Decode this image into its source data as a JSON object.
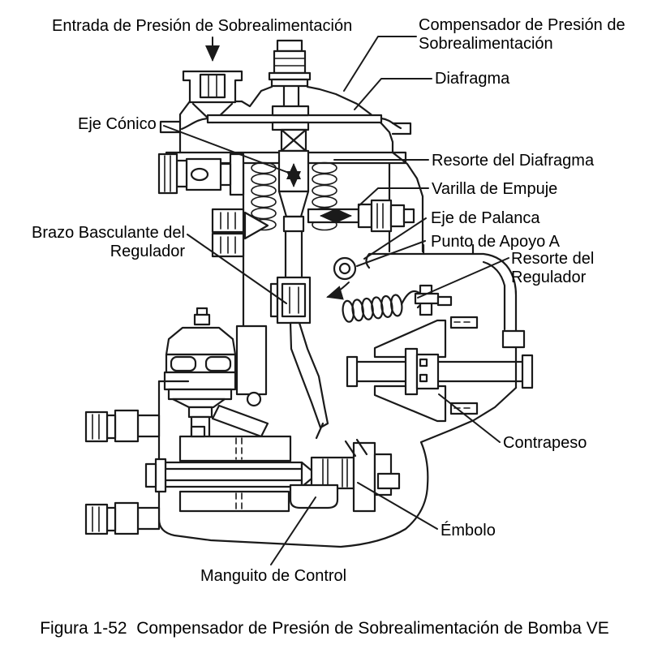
{
  "figure": {
    "type": "technical-cutaway-diagram",
    "caption": "Figura 1-52  Compensador de Presión de Sobrealimentación de Bomba VE",
    "labels": {
      "entrada": "Entrada de Presión de Sobrealimentación",
      "compensador": "Compensador de Presión de Sobrealimentación",
      "diafragma": "Diafragma",
      "eje_conico": "Eje Cónico",
      "resorte_diafragma": "Resorte del Diafragma",
      "varilla_empuje": "Varilla de Empuje",
      "eje_palanca": "Eje de Palanca",
      "punto_apoyo": "Punto de Apoyo A",
      "brazo_basculante": "Brazo Basculante del Regulador",
      "resorte_regulador": "Resorte del Regulador",
      "contrapeso": "Contrapeso",
      "embolo": "Émbolo",
      "manguito": "Manguito de Control"
    },
    "icons": {
      "inlet_arrow": "down-arrow",
      "cone_shaft_motion": "vertical-double-arrow",
      "push_rod_motion": "horizontal-double-arrow",
      "lever_motion": "curved-arrow"
    },
    "colors": {
      "line": "#1a1a1a",
      "background": "#ffffff",
      "text": "#000000"
    }
  }
}
